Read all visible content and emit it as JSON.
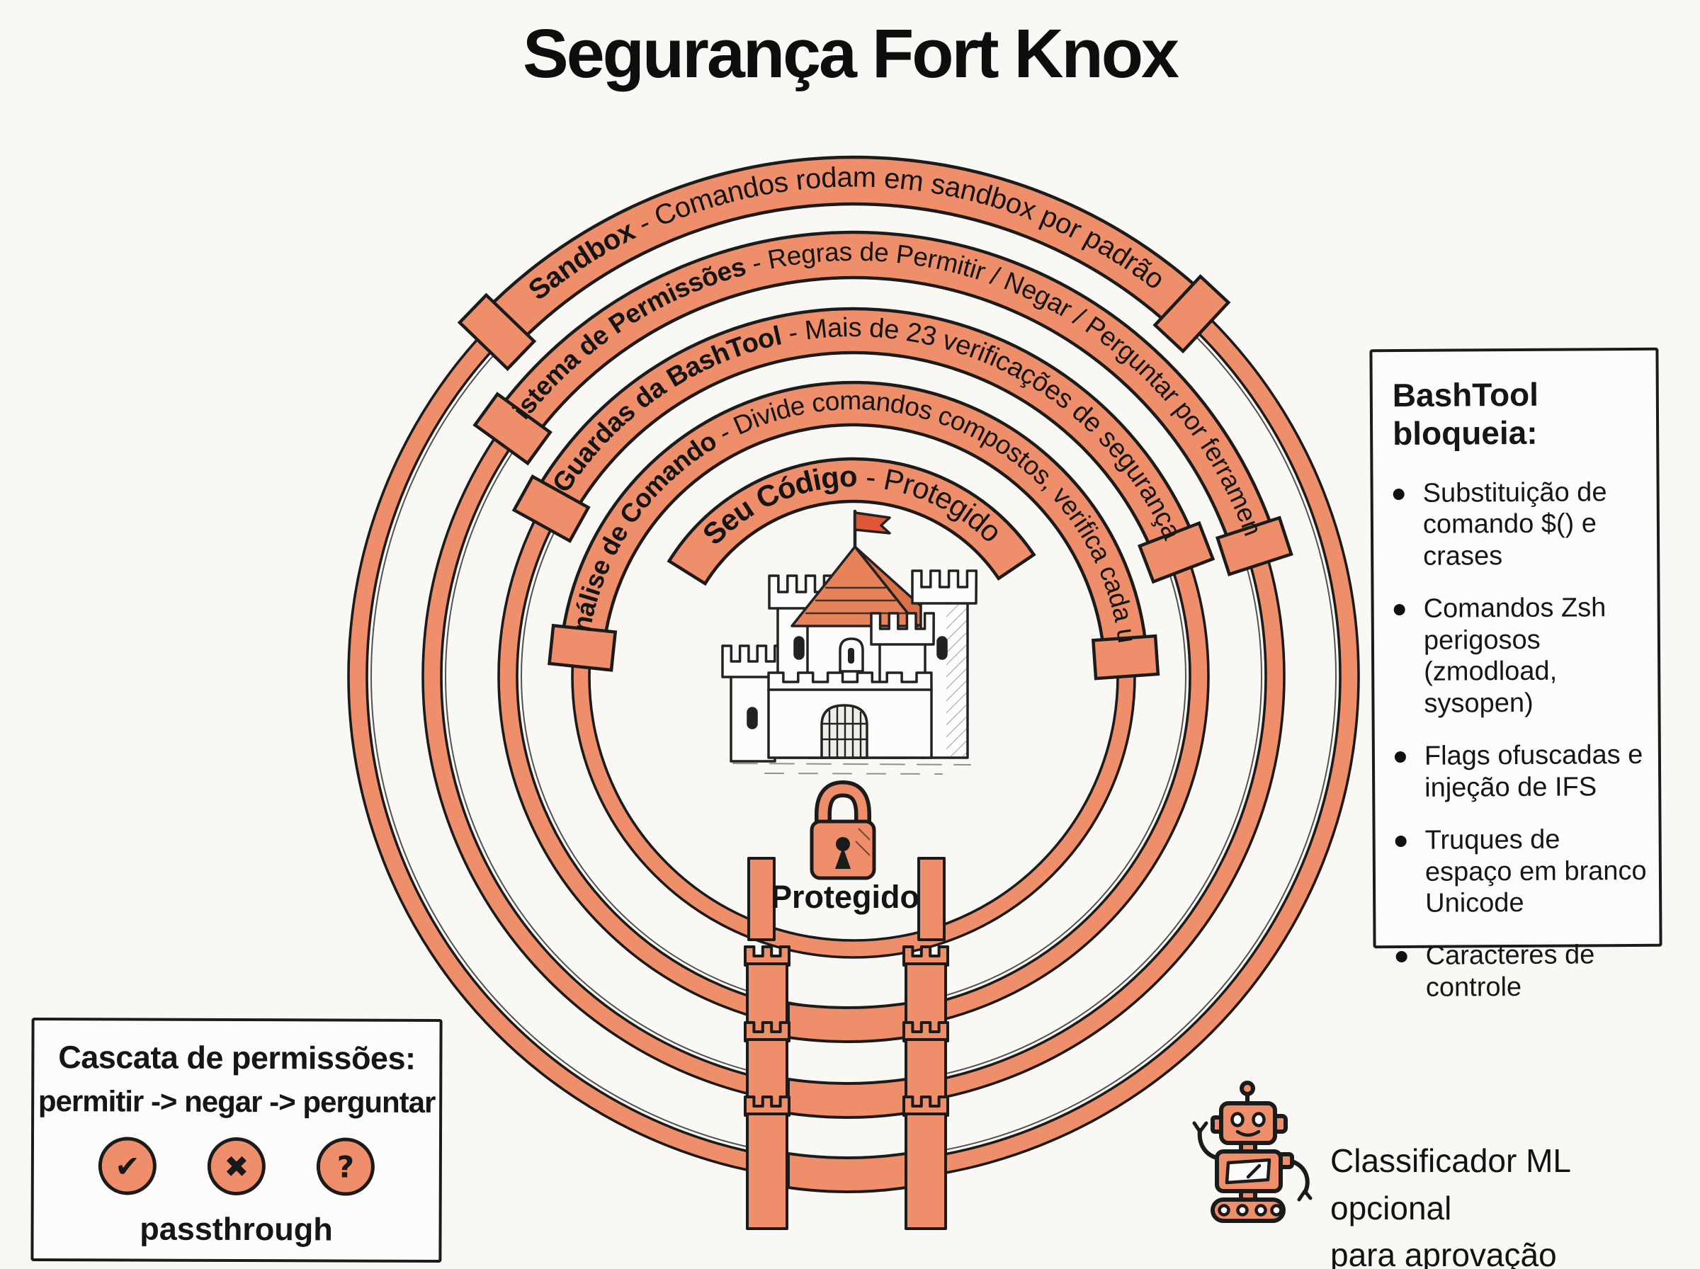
{
  "title": "Segurança Fort Knox",
  "rings": [
    {
      "name": "Sandbox",
      "desc": " - Comandos rodam em sandbox por padrão"
    },
    {
      "name": "Sistema de Permissões",
      "desc": " - Regras de Permitir / Negar / Perguntar por ferramenta"
    },
    {
      "name": "Guardas da BashTool",
      "desc": " - Mais de 23 verificações de segurança"
    },
    {
      "name": "Análise de Comando",
      "desc": " - Divide comandos compostos, verifica cada um"
    },
    {
      "name": "Seu Código",
      "desc": " - Protegido"
    }
  ],
  "center": {
    "protected_label": "Protegido"
  },
  "blocklist_panel": {
    "title": "BashTool bloqueia:",
    "items": [
      "Substituição de comando $() e crases",
      "Comandos Zsh perigosos (zmodload, sysopen)",
      "Flags ofuscadas e injeção de IFS",
      "Truques de espaço em branco Unicode",
      "Caracteres de controle"
    ]
  },
  "cascade_panel": {
    "title": "Cascata de permissões:",
    "sequence": "permitir -> negar -> perguntar",
    "icons": [
      {
        "name": "allow-check-icon",
        "glyph": "✔"
      },
      {
        "name": "deny-x-icon",
        "glyph": "✖"
      },
      {
        "name": "ask-question-icon",
        "glyph": "?"
      }
    ],
    "footer": "passthrough"
  },
  "ml_note": {
    "line1": "Classificador ML opcional",
    "line2": "para aprovação automática"
  },
  "colors": {
    "ring_orange": "#EF8E6A",
    "ring_dark": "#D97851",
    "roof_orange": "#E8825A",
    "flag_red": "#DE5838",
    "ink": "#1B1B1B",
    "background": "#FAF8F4"
  }
}
